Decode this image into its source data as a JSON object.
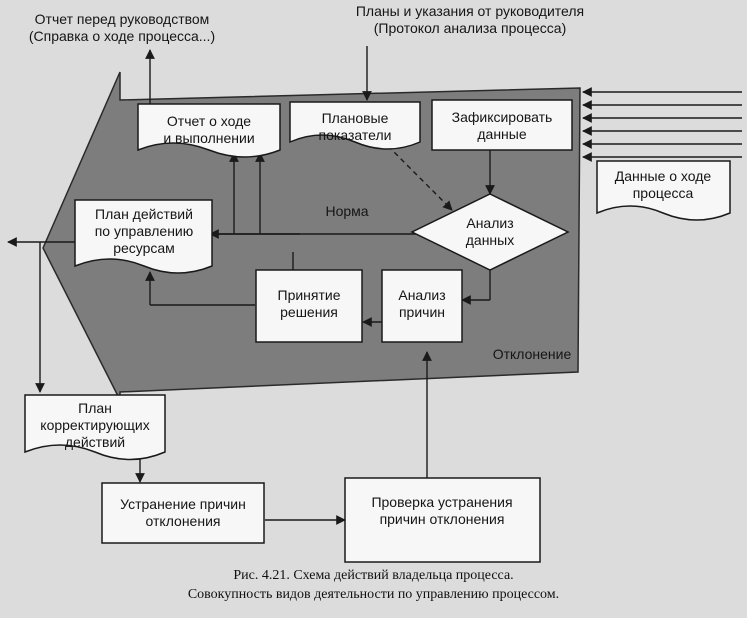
{
  "colors": {
    "page_bg": "#dcdcdc",
    "funnel_fill": "#7d7d7d",
    "box_fill": "#f7f7f7",
    "line": "#1a1a1a"
  },
  "diagram": {
    "top_left_label": [
      "Отчет перед руководством",
      "(Справка о ходе процесса...)"
    ],
    "top_center_label": [
      "Планы и указания от руководителя",
      "(Протокол анализа процесса)"
    ],
    "report_box": [
      "Отчет о ходе",
      "и выполнении"
    ],
    "planned_box": [
      "Плановые",
      "показатели"
    ],
    "record_box": [
      "Зафиксировать",
      "данные"
    ],
    "progress_data_box": [
      "Данные о ходе",
      "процесса"
    ],
    "norm_label": "Норма",
    "analysis_box": [
      "Анализ",
      "данных"
    ],
    "resource_plan_box": [
      "План действий",
      "по управлению",
      "ресурсам"
    ],
    "decision_box": [
      "Принятие",
      "решения"
    ],
    "cause_analysis_box": [
      "Анализ",
      "причин"
    ],
    "deviation_label": "Отклонение",
    "corrective_plan_box": [
      "План",
      "корректирующих",
      "действий"
    ],
    "elimination_box": [
      "Устранение причин",
      "отклонения"
    ],
    "verification_box": [
      "Проверка устранения",
      "причин отклонения"
    ]
  },
  "caption": {
    "line1": "Рис. 4.21. Схема действий владельца процесса.",
    "line2": "Совокупность видов деятельности по управлению процессом."
  }
}
